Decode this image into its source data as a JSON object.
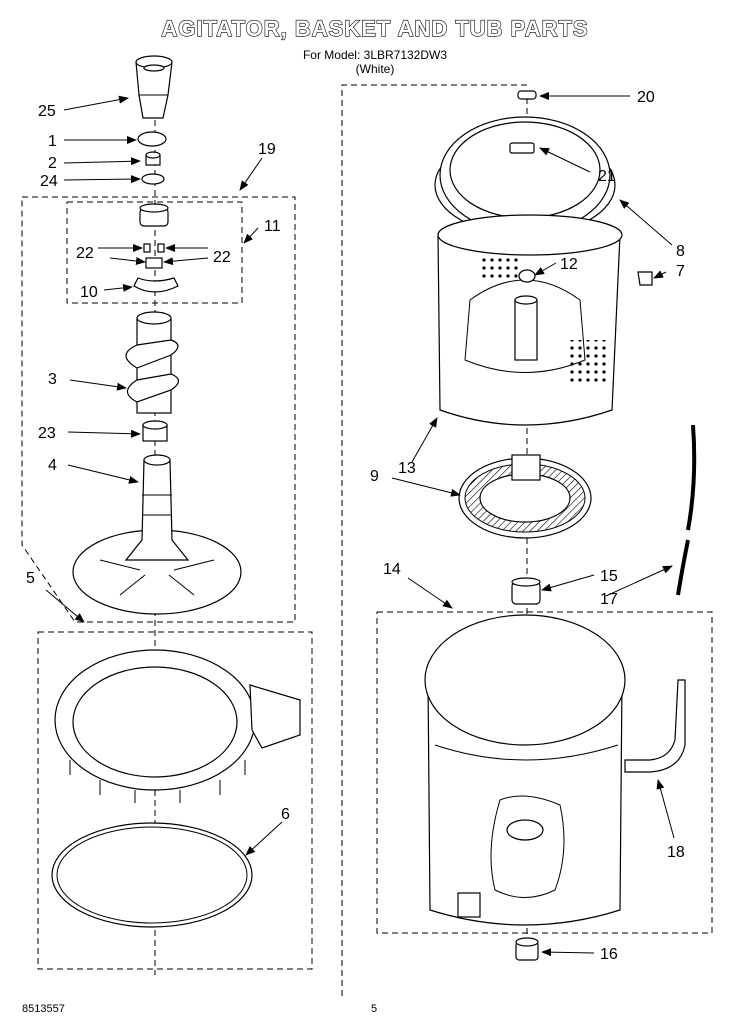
{
  "header": {
    "title": "AGITATOR, BASKET AND TUB PARTS",
    "model_line": "For Model: 3LBR7132DW3",
    "color_line": "(White)"
  },
  "footer": {
    "doc_number": "8513557",
    "page_number": "5"
  },
  "callouts": {
    "c1": "1",
    "c2": "2",
    "c3": "3",
    "c4": "4",
    "c5": "5",
    "c6": "6",
    "c7": "7",
    "c8": "8",
    "c9": "9",
    "c10": "10",
    "c11": "11",
    "c12": "12",
    "c13": "13",
    "c14": "14",
    "c15": "15",
    "c16": "16",
    "c17": "17",
    "c18": "18",
    "c19": "19",
    "c20": "20",
    "c21": "21",
    "c22a": "22",
    "c22b": "22",
    "c23": "23",
    "c24": "24",
    "c25": "25"
  }
}
